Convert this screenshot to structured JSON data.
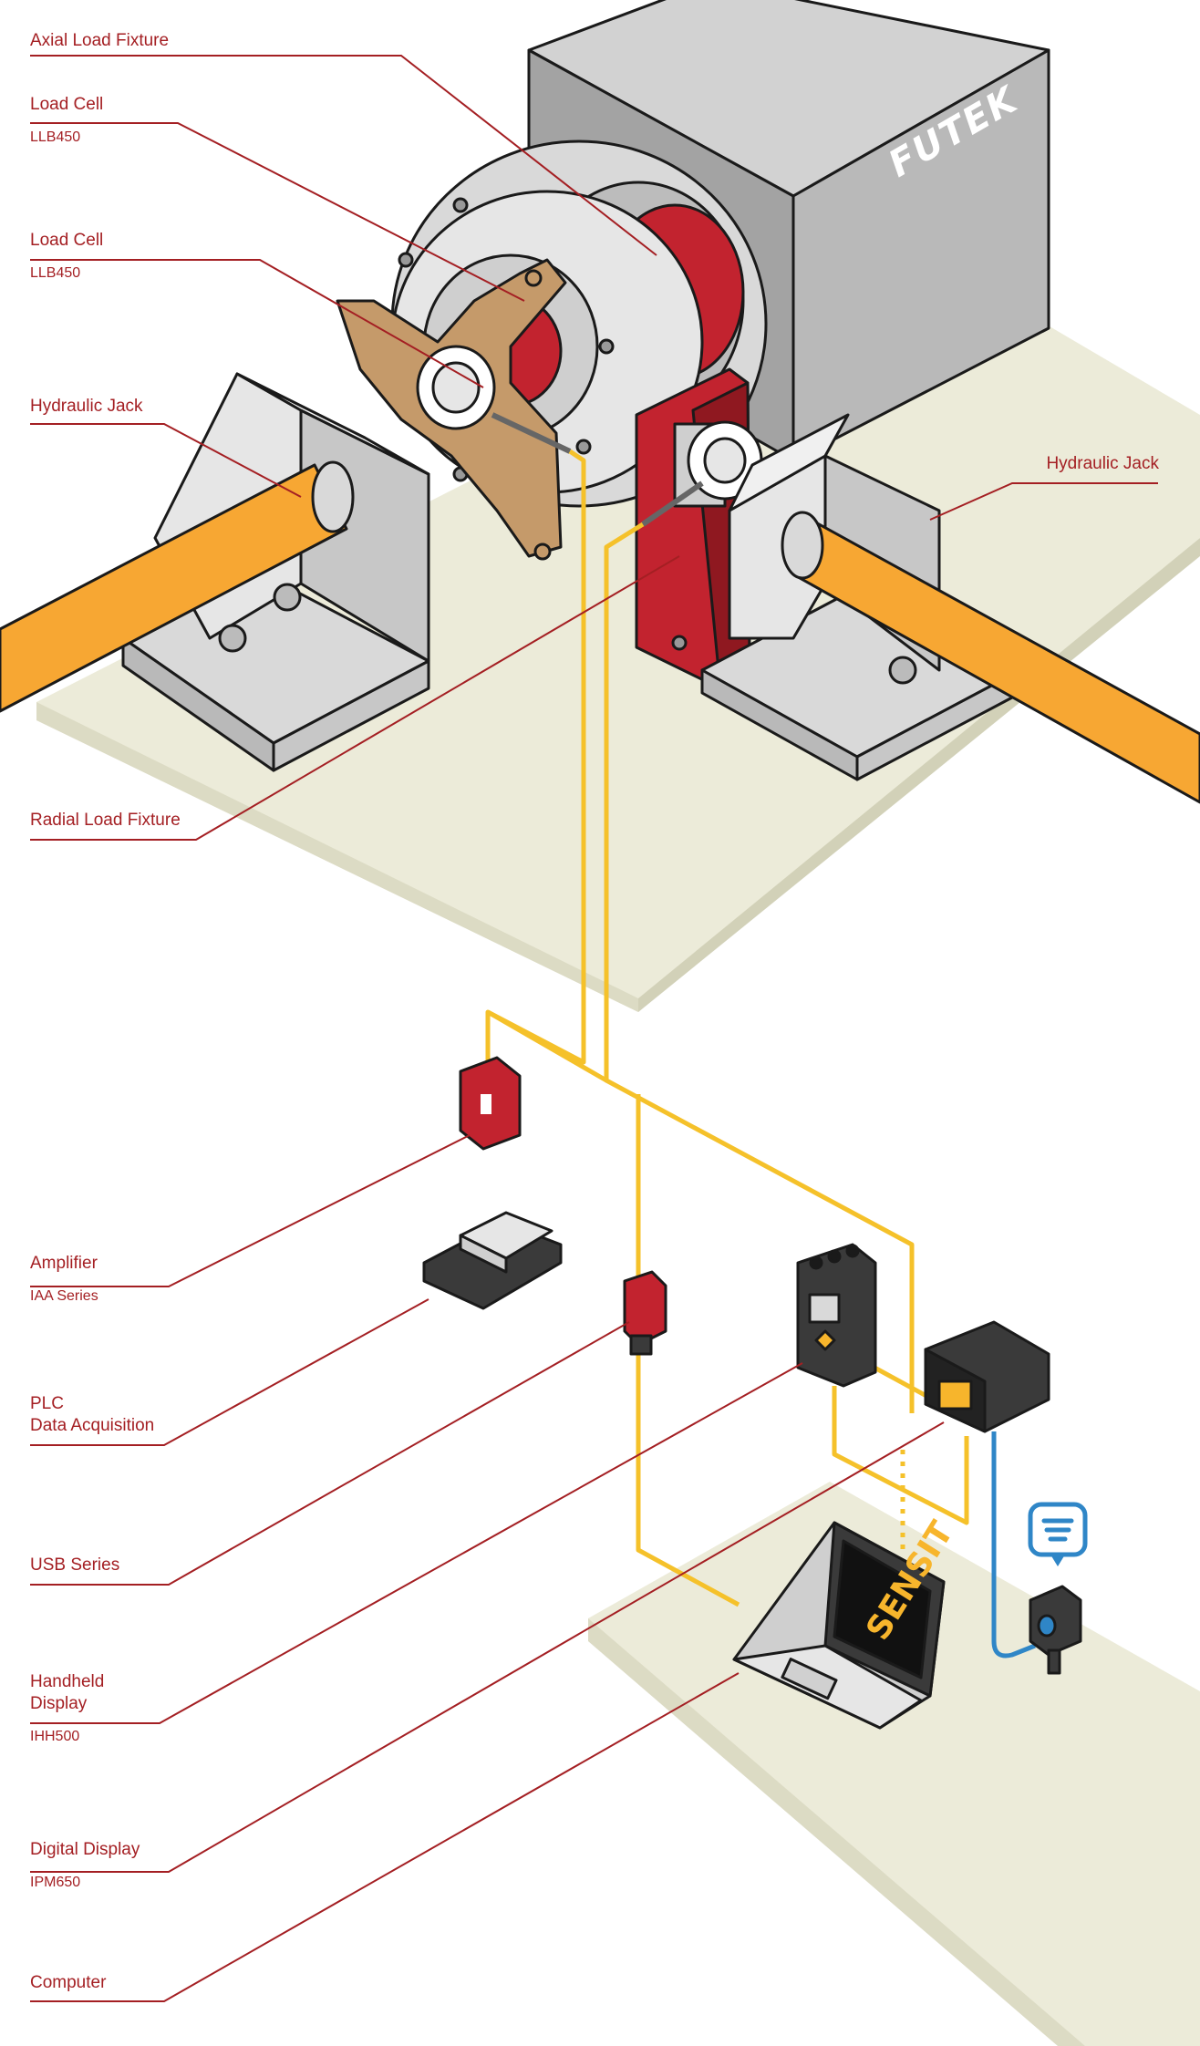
{
  "brand": "FUTEK",
  "software_brand": "SENSIT",
  "callouts": [
    {
      "id": "axial-load-fixture",
      "title": "Axial Load Fixture",
      "subtitle": ""
    },
    {
      "id": "load-cell-1",
      "title": "Load Cell",
      "subtitle": "LLB450"
    },
    {
      "id": "load-cell-2",
      "title": "Load Cell",
      "subtitle": "LLB450"
    },
    {
      "id": "hydraulic-jack-left",
      "title": "Hydraulic Jack",
      "subtitle": ""
    },
    {
      "id": "hydraulic-jack-right",
      "title": "Hydraulic Jack",
      "subtitle": ""
    },
    {
      "id": "radial-load-fixture",
      "title": "Radial Load Fixture",
      "subtitle": ""
    },
    {
      "id": "amplifier",
      "title": "Amplifier",
      "subtitle": "IAA Series"
    },
    {
      "id": "plc",
      "title": "PLC\nData Acquisition",
      "subtitle": ""
    },
    {
      "id": "usb",
      "title": "USB Series",
      "subtitle": ""
    },
    {
      "id": "handheld",
      "title": "Handheld\nDisplay",
      "subtitle": "IHH500"
    },
    {
      "id": "digital-display",
      "title": "Digital Display",
      "subtitle": "IPM650"
    },
    {
      "id": "computer",
      "title": "Computer",
      "subtitle": ""
    }
  ],
  "colors": {
    "callout": "#a41f23",
    "signal_cable": "#f5c12a",
    "jack": "#f7a733",
    "fixture_red": "#c2232f",
    "axial_fixture": "#c59a6a",
    "platform": "#ecebd9",
    "wireless": "#2f86c7"
  }
}
